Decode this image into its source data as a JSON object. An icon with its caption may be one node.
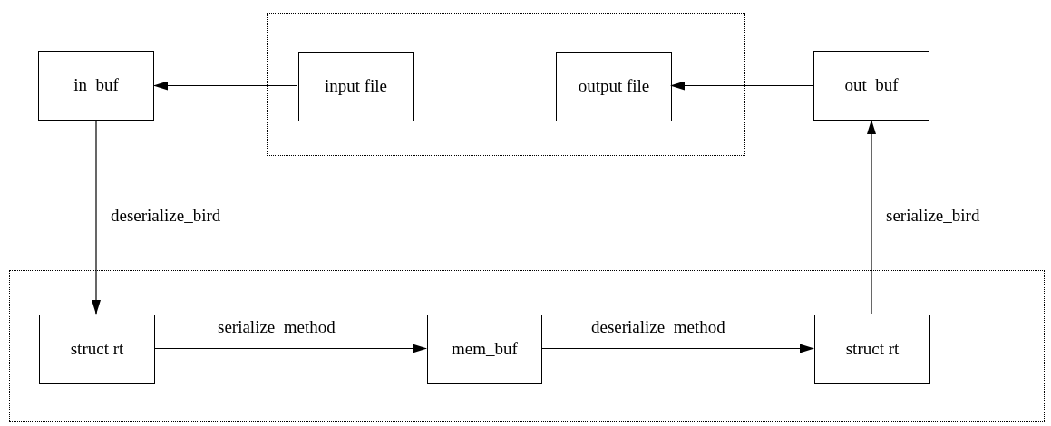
{
  "diagram": {
    "nodes": [
      {
        "text": [],
        "shape": "box"
      },
      {
        "text": [
          "in_buf"
        ]
      },
      {
        "text": [
          "input file"
        ],
        "in": 0
      },
      {
        "text": [
          "output file"
        ],
        "in": 0
      },
      {
        "text": [
          "out_buf"
        ]
      },
      {
        "text": [],
        "shape": "box"
      },
      {
        "text": [
          "struct rt"
        ],
        "in": 5
      },
      {
        "text": [
          "mem_buf"
        ],
        "in": 5
      },
      {
        "text": [
          "struct rt"
        ],
        "in": 5
      }
    ],
    "edges": [
      {
        "from": 2,
        "to": 1,
        "arrow": "to"
      },
      {
        "from": 4,
        "to": 3,
        "arrow": "to"
      },
      {
        "from": 1,
        "to": 6,
        "arrow": "to",
        "label": "deserialize_bird"
      },
      {
        "from": 6,
        "to": 7,
        "arrow": "to",
        "label": "serialize_method"
      },
      {
        "from": 7,
        "to": 8,
        "arrow": "to",
        "label": "deserialize_method"
      },
      {
        "from": 8,
        "to": 4,
        "arrow": "to",
        "label": "serialize_bird"
      }
    ]
  }
}
